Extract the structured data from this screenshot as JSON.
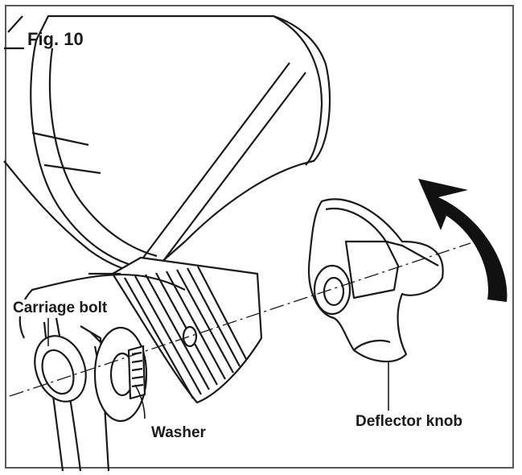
{
  "figure": {
    "title": "Fig. 10",
    "labels": {
      "carriage_bolt": "Carriage bolt",
      "washer": "Washer",
      "deflector_knob": "Deflector knob"
    }
  },
  "colors": {
    "line": "#1a1a1a",
    "frame": "#5a5a5a",
    "arrow": "#111111",
    "background": "#ffffff"
  },
  "icons": {
    "rotation_arrow": "curved-arrow-clockwise-icon"
  }
}
